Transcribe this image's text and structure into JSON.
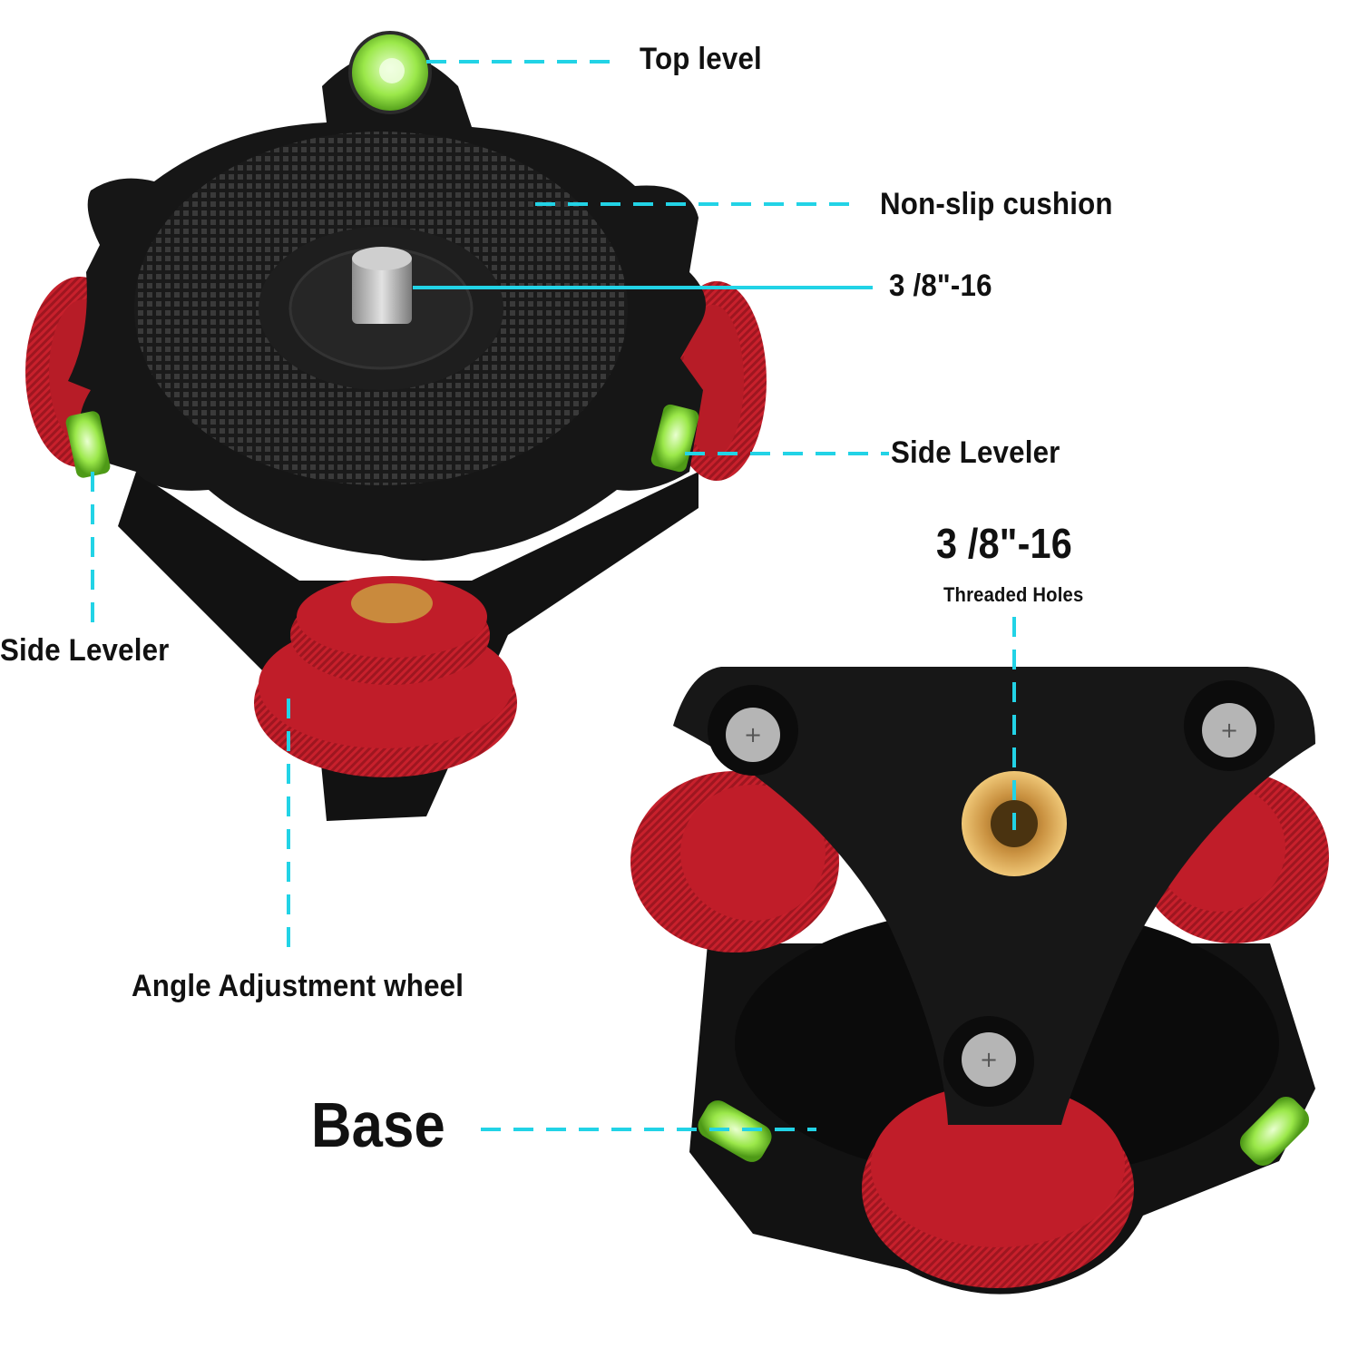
{
  "colors": {
    "leader": "#22d3e6",
    "body": "#151515",
    "wheel": "#c8202c",
    "brass": "#d9a54a",
    "bubble": "#8be03a",
    "text": "#111111"
  },
  "labels": {
    "top_level": "Top level",
    "non_slip_cushion": "Non-slip cushion",
    "thread_top": "3 /8\"-16",
    "side_leveler_right": "Side Leveler",
    "side_leveler_left": "Side Leveler",
    "threaded_holes_size": "3 /8\"-16",
    "threaded_holes_caption": "Threaded Holes",
    "angle_wheel": "Angle Adjustment wheel",
    "base": "Base"
  }
}
